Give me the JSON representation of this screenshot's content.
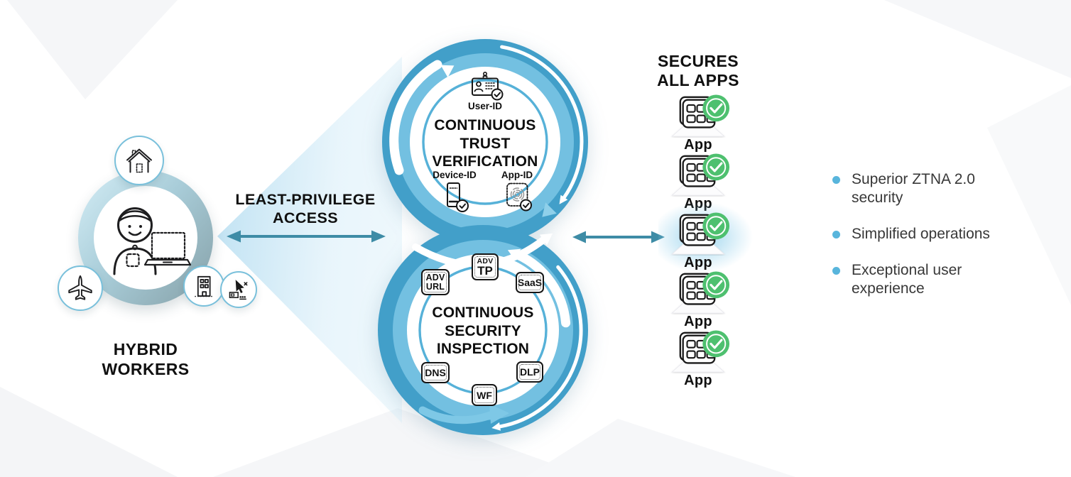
{
  "hybrid_workers": {
    "label": "HYBRID WORKERS",
    "icons": {
      "worker": "person-laptop-icon",
      "locations": [
        "house-icon",
        "airplane-icon",
        "office-building-icon",
        "pos-cursor-icon"
      ]
    }
  },
  "least_privilege_access": {
    "label": "LEAST-PRIVILEGE ACCESS"
  },
  "trust_verification": {
    "title": "CONTINUOUS TRUST VERIFICATION",
    "items": [
      {
        "label": "User-ID",
        "icon": "id-card-check-icon"
      },
      {
        "label": "Device-ID",
        "icon": "mobile-device-check-icon"
      },
      {
        "label": "App-ID",
        "icon": "fingerprint-check-icon"
      }
    ]
  },
  "security_inspection": {
    "title": "CONTINUOUS SECURITY INSPECTION",
    "badges": [
      {
        "id": "adv-tp",
        "line1": "ADV",
        "line2": "TP"
      },
      {
        "id": "adv-url",
        "line1": "ADV",
        "line2": "URL"
      },
      {
        "id": "saas",
        "line1": "SaaS"
      },
      {
        "id": "dns",
        "line1": "DNS"
      },
      {
        "id": "dlp",
        "line1": "DLP"
      },
      {
        "id": "wf",
        "line1": "WF"
      }
    ]
  },
  "secures_all_apps": {
    "title": "SECURES ALL APPS",
    "apps": [
      {
        "label": "App",
        "highlighted": false
      },
      {
        "label": "App",
        "highlighted": false
      },
      {
        "label": "App",
        "highlighted": true
      },
      {
        "label": "App",
        "highlighted": false
      },
      {
        "label": "App",
        "highlighted": false
      }
    ],
    "app_icon": "app-grid-green-check-icon"
  },
  "benefits": [
    "Superior ZTNA 2.0 security",
    "Simplified operations",
    "Exceptional user experience"
  ],
  "colors": {
    "ring_blue": "#429fc9",
    "ring_light_blue": "#73c0e1",
    "thin_circle_blue": "#56b1d8",
    "arrow_teal": "#3e8ca6",
    "check_green": "#4ec06f",
    "bullet_blue": "#58b5dc",
    "beam_blue": "#bfe2f2"
  }
}
